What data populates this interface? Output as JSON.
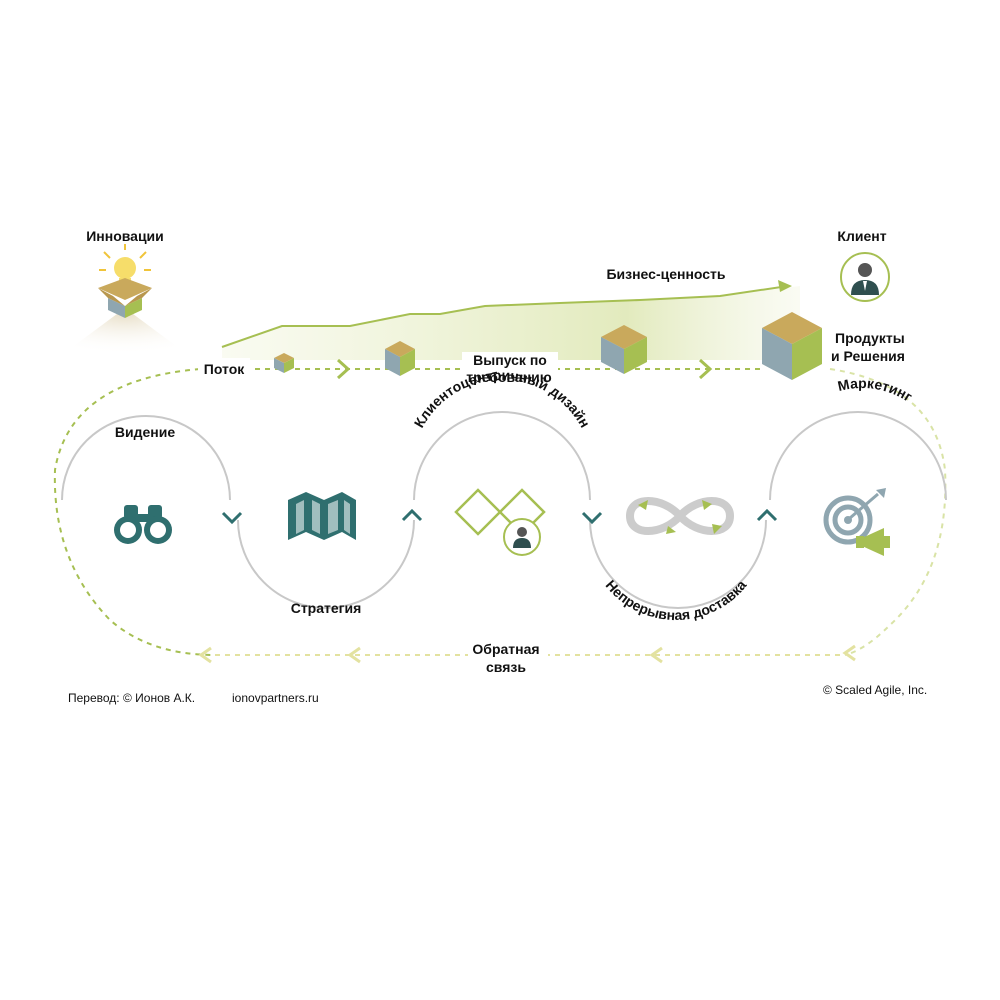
{
  "labels": {
    "innovation": "Инновации",
    "client": "Клиент",
    "business_value": "Бизнес-ценность",
    "products_line1": "Продукты",
    "products_line2": "и Решения",
    "flow": "Поток",
    "release_line1": "Выпуск по",
    "release_line2": "требованию",
    "vision": "Видение",
    "strategy": "Стратегия",
    "customer_design": "Клиентоцентричный дизайн",
    "continuous_delivery": "Непрерывная доставка",
    "marketing": "Маркетинг",
    "feedback_line1": "Обратная",
    "feedback_line2": "связь"
  },
  "footer": {
    "translation": "Перевод: © Ионов А.К.",
    "site": "ionovpartners.ru",
    "copyright": "© Scaled Agile,  Inc."
  },
  "colors": {
    "green_accent": "#a6bf52",
    "pale_green": "#d9e3a6",
    "pale_yellow": "#e3e2a0",
    "teal": "#2f6f6f",
    "gray_arc": "#c8c8c8",
    "cube_top": "#c9a95c",
    "cube_left": "#8fa6b0",
    "cube_right": "#a6bf52"
  },
  "icons": [
    "lightbulb-box-icon",
    "client-avatar-icon",
    "binoculars-icon",
    "map-icon",
    "diamonds-person-icon",
    "infinity-icon",
    "target-megaphone-icon"
  ]
}
